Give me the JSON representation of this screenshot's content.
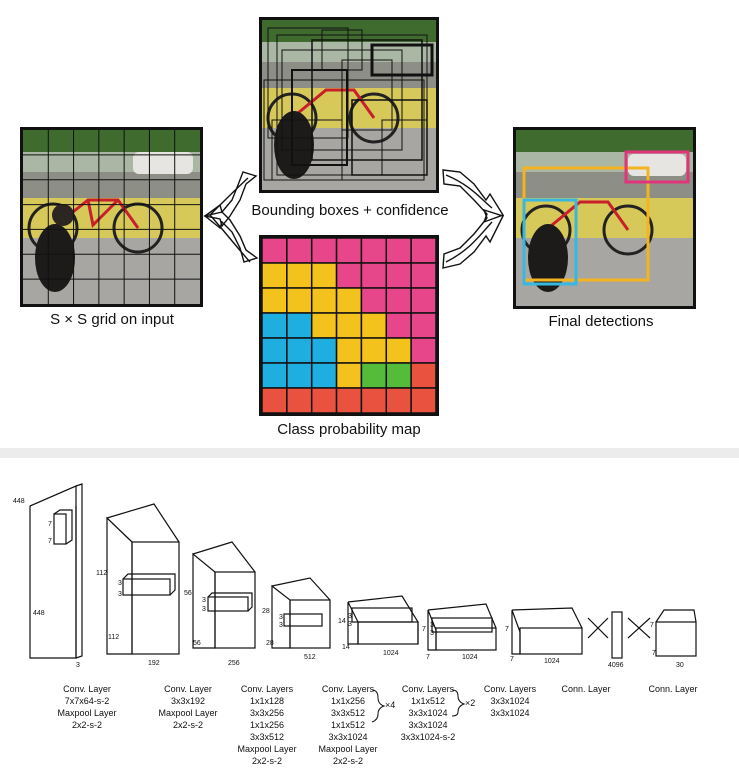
{
  "captions": {
    "grid": "S × S grid on input",
    "bboxes": "Bounding boxes + confidence",
    "classmap": "Class probability map",
    "final": "Final detections"
  },
  "colors": {
    "pink": "#e8468a",
    "yellow": "#f3c21d",
    "cyan": "#1eaee0",
    "green": "#55bb3a",
    "red": "#e8523f",
    "box_yellow": "#f4b320",
    "box_cyan": "#38b8e0",
    "box_pink": "#e0357a"
  },
  "class_map": [
    [
      "pink",
      "pink",
      "pink",
      "pink",
      "pink",
      "pink",
      "pink"
    ],
    [
      "yellow",
      "yellow",
      "yellow",
      "pink",
      "pink",
      "pink",
      "pink"
    ],
    [
      "yellow",
      "yellow",
      "yellow",
      "yellow",
      "pink",
      "pink",
      "pink"
    ],
    [
      "cyan",
      "cyan",
      "yellow",
      "yellow",
      "yellow",
      "pink",
      "pink"
    ],
    [
      "cyan",
      "cyan",
      "cyan",
      "yellow",
      "yellow",
      "yellow",
      "pink"
    ],
    [
      "cyan",
      "cyan",
      "cyan",
      "yellow",
      "green",
      "green",
      "red"
    ],
    [
      "red",
      "red",
      "red",
      "red",
      "red",
      "red",
      "red"
    ]
  ],
  "network": {
    "input_dims": {
      "height": "448",
      "width": "448",
      "depth": "3",
      "kernel_a": "7",
      "kernel_b": "7"
    },
    "blocks": [
      {
        "dim": "112",
        "depth": "192",
        "kernel_a": "3",
        "kernel_b": "3"
      },
      {
        "dim": "56",
        "depth": "256",
        "kernel_a": "3",
        "kernel_b": "3"
      },
      {
        "dim": "28",
        "depth": "512",
        "kernel_a": "3",
        "kernel_b": "3"
      },
      {
        "dim": "14",
        "depth": "1024",
        "kernel_a": "3",
        "kernel_b": "3"
      },
      {
        "dim": "7",
        "depth": "1024",
        "kernel_a": "3",
        "kernel_b": "3"
      },
      {
        "dim": "7",
        "depth": "1024",
        "kernel_a": "",
        "kernel_b": ""
      }
    ],
    "fc_dims": {
      "fc1": "4096",
      "out_dim": "7",
      "out_depth": "30"
    },
    "labels": [
      "Conv. Layer\n7x7x64-s-2\nMaxpool Layer\n2x2-s-2",
      "Conv. Layer\n3x3x192\nMaxpool Layer\n2x2-s-2",
      "Conv. Layers\n1x1x128\n3x3x256\n1x1x256\n3x3x512\nMaxpool Layer\n2x2-s-2",
      "Conv. Layers\n1x1x256\n3x3x512\n1x1x512\n3x3x1024\nMaxpool Layer\n2x2-s-2",
      "Conv. Layers\n1x1x512\n3x3x1024\n3x3x1024\n3x3x1024-s-2",
      "Conv. Layers\n3x3x1024\n3x3x1024",
      "Conn. Layer",
      "Conn. Layer"
    ],
    "repeat_a": "×4",
    "repeat_b": "×2"
  }
}
